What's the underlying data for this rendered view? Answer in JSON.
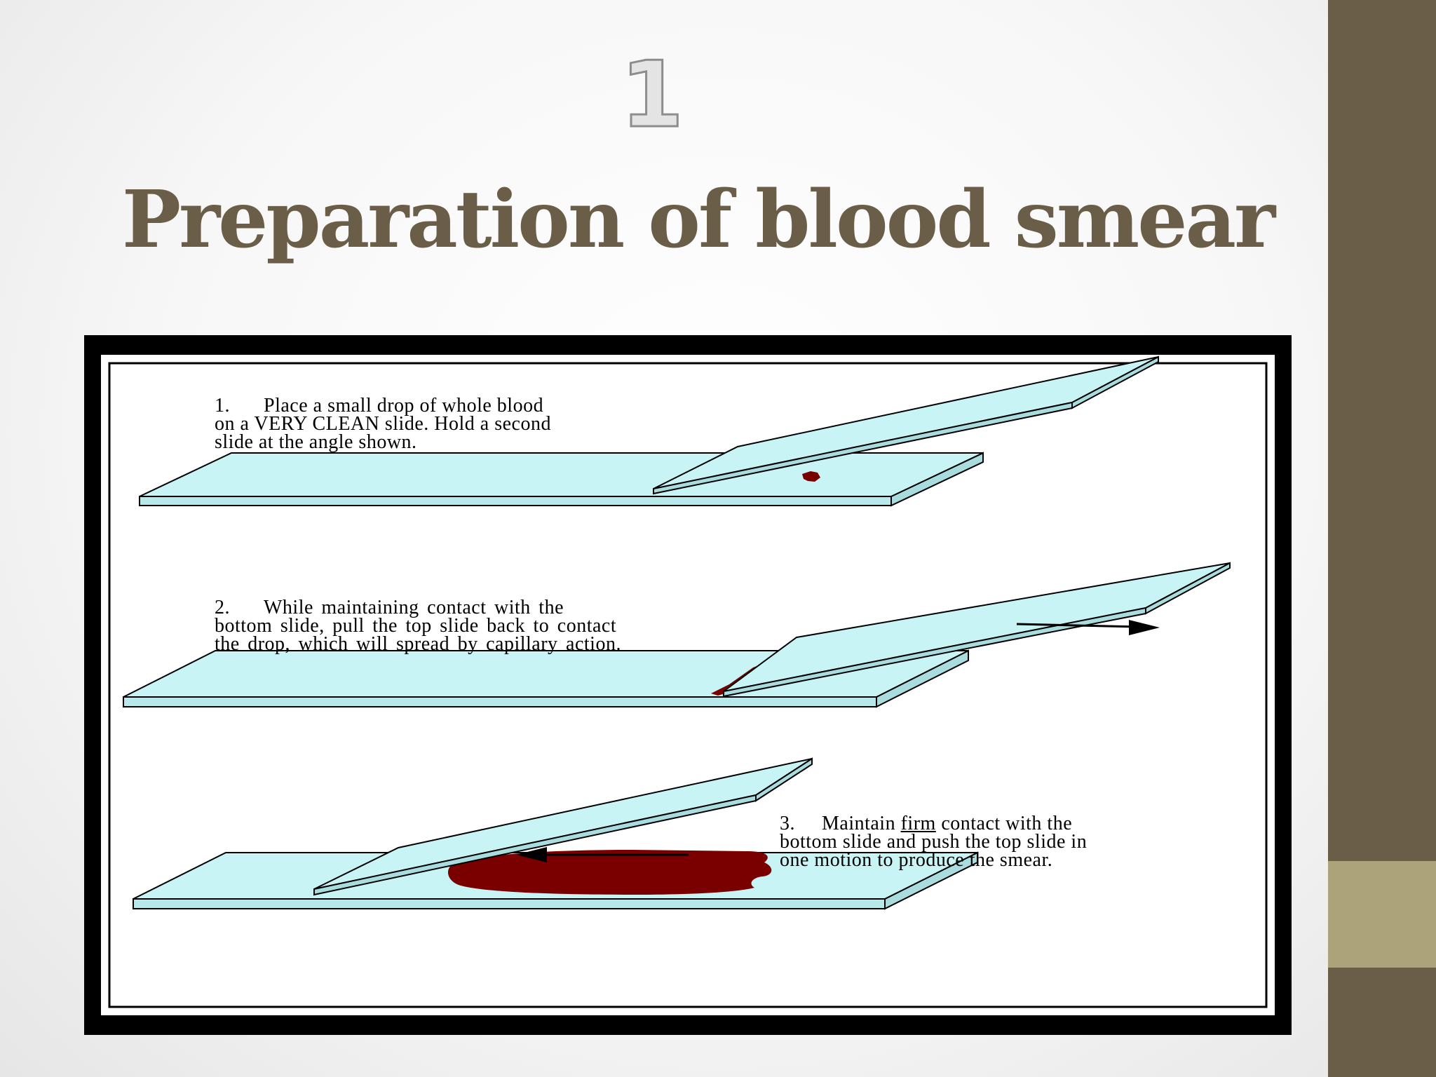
{
  "slide": {
    "number": "1",
    "title": "Preparation of blood smear"
  },
  "figure": {
    "steps": [
      {
        "num": "1.",
        "lines": [
          "Place a small drop of whole blood",
          "on a VERY CLEAN slide.  Hold a second",
          "slide at the angle shown."
        ]
      },
      {
        "num": "2.",
        "lines": [
          "While maintaining contact with the",
          "bottom slide, pull the top slide back to contact",
          "the drop, which will spread by capillary action."
        ]
      },
      {
        "num": "3.",
        "line1_pre": "Maintain ",
        "line1_em": "firm",
        "line1_post": " contact with the",
        "lines": [
          "bottom slide and push the top slide in",
          "one motion to produce the smear."
        ]
      }
    ]
  },
  "colors": {
    "title": "#6b5e48",
    "band": "#6b5e48",
    "accent": "#ada37a",
    "slide_glass": "#c8f4f6",
    "blood": "#7a0000"
  }
}
